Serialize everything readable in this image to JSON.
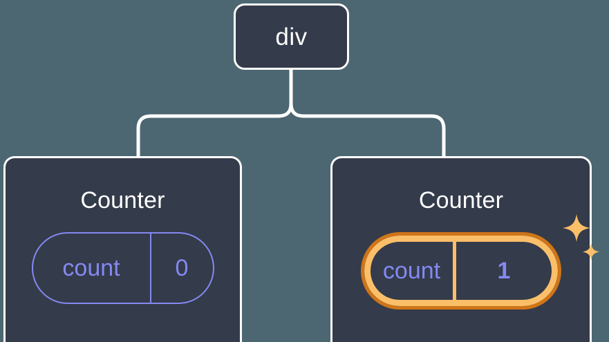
{
  "diagram": {
    "type": "component-tree",
    "background_color": "#4c6771",
    "node_fill": "#343b4a",
    "node_border": "#ffffff",
    "accent_idle": "#8489f2",
    "accent_highlight_outer": "#cf7518",
    "accent_highlight_inner": "#fbbf69",
    "root": {
      "label": "div",
      "name": "div-node"
    },
    "children": [
      {
        "name": "counter-left",
        "title": "Counter",
        "state": {
          "key": "count",
          "value": "0",
          "highlighted": false
        }
      },
      {
        "name": "counter-right",
        "title": "Counter",
        "state": {
          "key": "count",
          "value": "1",
          "highlighted": true
        },
        "decoration": {
          "icon": "sparkles-icon",
          "color": "#fbbf69"
        }
      }
    ],
    "edges": [
      {
        "from": "div",
        "to": "counter-left"
      },
      {
        "from": "div",
        "to": "counter-right"
      }
    ]
  }
}
